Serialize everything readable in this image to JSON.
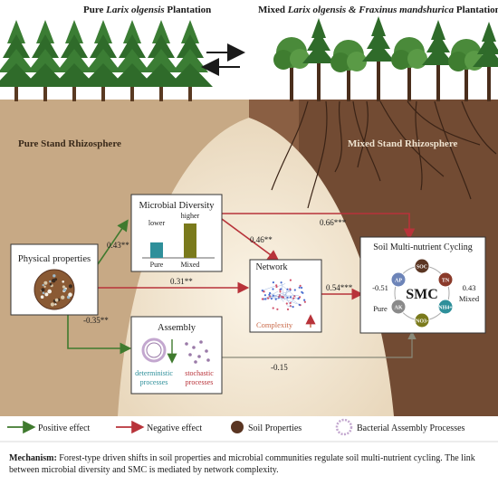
{
  "header": {
    "pure_prefix": "Pure ",
    "pure_species": "Larix olgensis",
    "pure_suffix": " Plantation",
    "mixed_prefix": "Mixed ",
    "mixed_species": "Larix olgensis & Fraxinus mandshurica",
    "mixed_suffix": " Plantation"
  },
  "zones": {
    "pure": "Pure Stand Rhizosphere",
    "mixed": "Mixed Stand Rhizosphere"
  },
  "boxes": {
    "physical": "Physical properties",
    "diversity": {
      "title": "Microbial Diversity",
      "lower": "lower",
      "higher": "higher",
      "pure": "Pure",
      "mixed": "Mixed",
      "bar_pure": 0.45,
      "bar_mixed": 1.0
    },
    "network": {
      "title": "Network",
      "complexity": "Complexity"
    },
    "assembly": {
      "title": "Assembly",
      "det1": "deterministic",
      "det2": "processes",
      "sto1": "stochastic",
      "sto2": "processes"
    },
    "smc": {
      "title": "Soil Multi-nutrient Cycling",
      "center": "SMC",
      "pure_val": "-0.51",
      "pure": "Pure",
      "mixed_val": "0.43",
      "mixed": "Mixed",
      "nutrients": [
        "SOC",
        "TN",
        "NH4+",
        "NO3-",
        "AK",
        "AP"
      ]
    }
  },
  "paths": {
    "phys_div": "0.43**",
    "phys_net": "0.31**",
    "phys_asm": "-0.35**",
    "div_net": "0.46**",
    "div_smc": "0.66***",
    "net_smc": "0.54***",
    "asm_smc": "-0.15"
  },
  "legend": {
    "positive": "Positive effect",
    "negative": "Negative effect",
    "soil": "Soil Properties",
    "bacterial": "Bacterial Assembly Processes"
  },
  "caption": {
    "label": "Mechanism:",
    "text": " Forest-type driven shifts in soil properties and microbial communities regulate soil multi-nutrient cycling. The link between microbial diversity and SMC is mediated by network complexity."
  },
  "colors": {
    "positive": "#3f7a2e",
    "negative": "#b8333a",
    "soil_dark": "#5a3522",
    "teal": "#2e8f9a",
    "olive": "#7a7a1c"
  }
}
